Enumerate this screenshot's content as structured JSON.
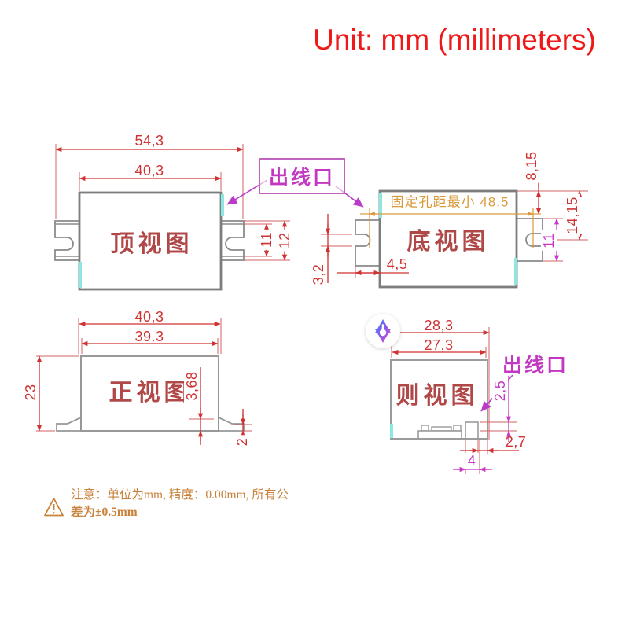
{
  "title": "Unit: mm (millimeters)",
  "labels": {
    "outlet": "出线口"
  },
  "views": {
    "top": {
      "title": "顶视图",
      "dim_total_width": "54,3",
      "dim_body_width": "40,3",
      "dim_tab_inner_height": "11",
      "dim_tab_outer_height": "12"
    },
    "bottom": {
      "title": "底视图",
      "hole_spacing_note": "固定孔距最小 48.5",
      "dim_edge_to_hole": "8,15",
      "dim_edge_to_slot": "14,15",
      "dim_tab_height": "11",
      "dim_tab_offset": "4,5",
      "dim_slot_width": "3,2"
    },
    "front": {
      "title": "正视图",
      "dim_top_width": "40,3",
      "dim_body_width": "39.3",
      "dim_height": "23",
      "dim_flange_height": "3,68",
      "dim_lip_height": "2"
    },
    "side": {
      "title": "则视图",
      "dim_total_depth": "28,3",
      "dim_body_depth": "27,3",
      "dim_outlet_height": "2,5",
      "dim_outlet_to_edge": "2,7",
      "dim_outlet_width": "4"
    }
  },
  "note": {
    "line1": "注意：单位为mm, 精度：0.00mm, 所有公",
    "line2": "差为±0.5mm"
  },
  "colors": {
    "dimension_red": "#d03232",
    "dimension_magenta": "#c838c8",
    "dimension_orange": "#d89a3a",
    "label_red": "#b04848",
    "outline_gray": "#7d7d7d",
    "highlight_cyan": "#8ce8e4",
    "title_red": "#ee1a1a",
    "note_orange": "#c8823c"
  }
}
